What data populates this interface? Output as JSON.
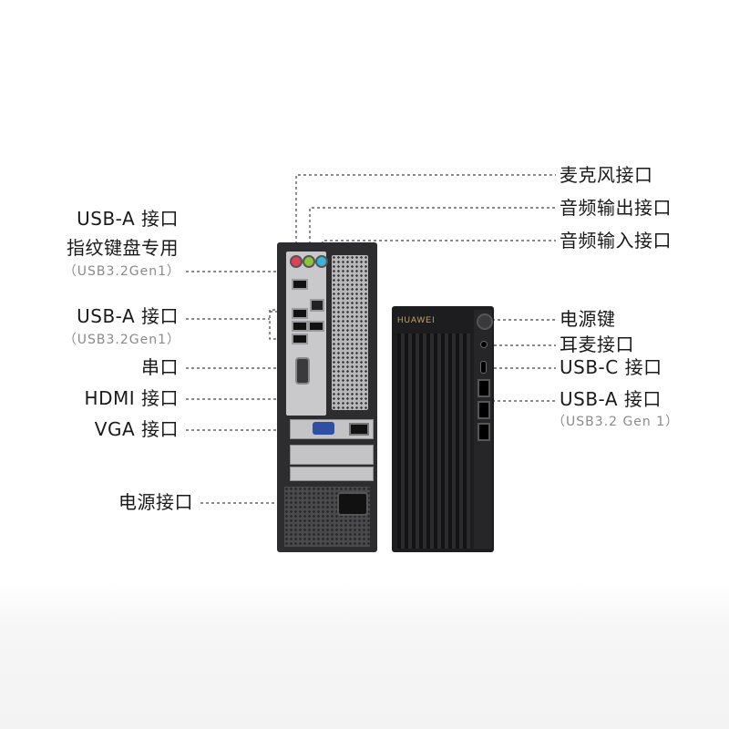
{
  "left_labels": {
    "usb_a_fingerprint": {
      "title": "USB-A 接口",
      "subtitle": "指纹键盘专用",
      "spec": "（USB3.2Gen1）"
    },
    "usb_a": {
      "title": "USB-A 接口",
      "spec": "（USB3.2Gen1）"
    },
    "serial": {
      "title": "串口"
    },
    "hdmi": {
      "title": "HDMI 接口"
    },
    "vga": {
      "title": "VGA 接口"
    },
    "power_socket": {
      "title": "电源接口"
    }
  },
  "right_top_labels": {
    "mic": "麦克风接口",
    "audio_out": "音频输出接口",
    "audio_in": "音频输入接口"
  },
  "right_front_labels": {
    "power_button": "电源键",
    "headset": "耳麦接口",
    "usb_c": "USB-C 接口",
    "usb_a_front": "USB-A 接口",
    "usb_a_front_spec": "（USB3.2 Gen 1）"
  },
  "brand": "HUAWEI",
  "colors": {
    "mic_jack": "#e0405a",
    "audio_out_jack": "#8cc43c",
    "audio_in_jack": "#3cb4d8",
    "leader_line": "#444444"
  }
}
